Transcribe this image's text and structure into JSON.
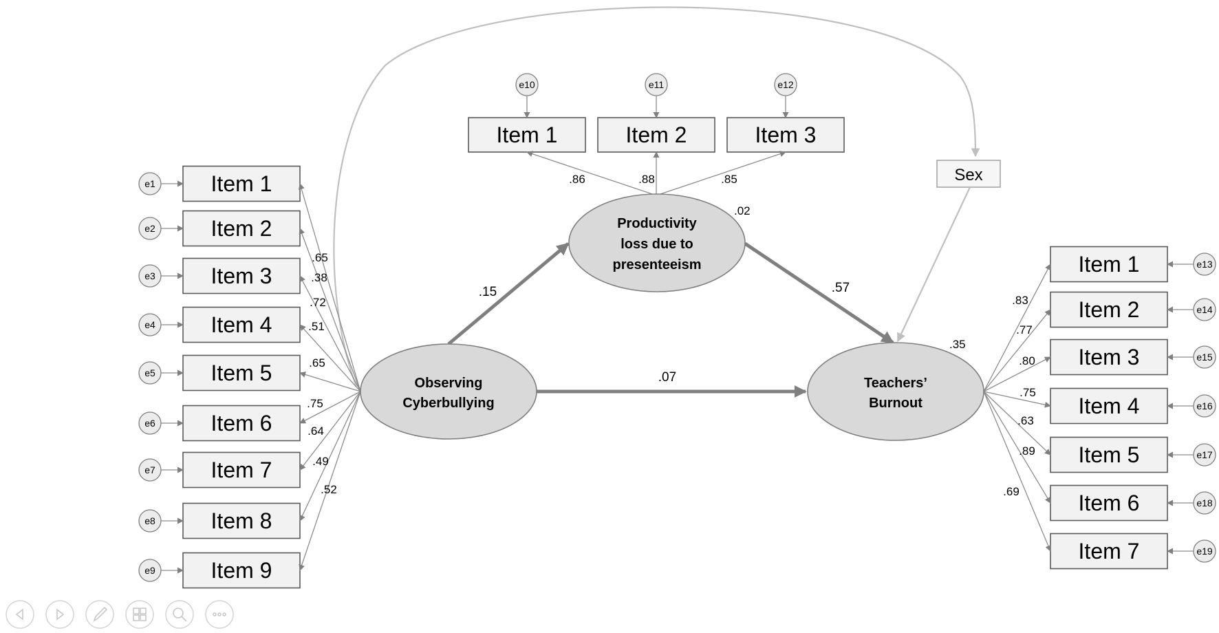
{
  "diagram": {
    "latents": {
      "observing": {
        "lines": [
          "Observing",
          "Cyberbullying"
        ]
      },
      "productivity": {
        "lines": [
          "Productivity",
          "loss due to",
          "presenteeism"
        ],
        "r2": ".02"
      },
      "burnout": {
        "lines": [
          "Teachers’",
          "Burnout"
        ],
        "r2": ".35"
      }
    },
    "sex": {
      "label": "Sex"
    },
    "paths": {
      "obs_to_prod": ".15",
      "prod_to_burn": ".57",
      "obs_to_burn": ".07"
    },
    "left_items": [
      {
        "label": "Item 1",
        "error": "e1",
        "loading": ".65"
      },
      {
        "label": "Item 2",
        "error": "e2",
        "loading": ".38"
      },
      {
        "label": "Item 3",
        "error": "e3",
        "loading": ".72"
      },
      {
        "label": "Item 4",
        "error": "e4",
        "loading": ".51"
      },
      {
        "label": "Item 5",
        "error": "e5",
        "loading": ".65"
      },
      {
        "label": "Item 6",
        "error": "e6",
        "loading": ".75"
      },
      {
        "label": "Item 7",
        "error": "e7",
        "loading": ".64"
      },
      {
        "label": "Item 8",
        "error": "e8",
        "loading": ".49"
      },
      {
        "label": "Item 9",
        "error": "e9",
        "loading": ".52"
      }
    ],
    "top_items": [
      {
        "label": "Item 1",
        "error": "e10",
        "loading": ".86"
      },
      {
        "label": "Item 2",
        "error": "e11",
        "loading": ".88"
      },
      {
        "label": "Item 3",
        "error": "e12",
        "loading": ".85"
      }
    ],
    "right_items": [
      {
        "label": "Item 1",
        "error": "e13",
        "loading": ".83"
      },
      {
        "label": "Item 2",
        "error": "e14",
        "loading": ".77"
      },
      {
        "label": "Item 3",
        "error": "e15",
        "loading": ".80"
      },
      {
        "label": "Item 4",
        "error": "e16",
        "loading": ".75"
      },
      {
        "label": "Item 5",
        "error": "e17",
        "loading": ".63"
      },
      {
        "label": "Item 6",
        "error": "e18",
        "loading": ".89"
      },
      {
        "label": "Item 7",
        "error": "e19",
        "loading": ".69"
      }
    ]
  },
  "toolbar": {
    "buttons": [
      {
        "icon": "previous-icon"
      },
      {
        "icon": "next-icon"
      },
      {
        "icon": "pen-icon"
      },
      {
        "icon": "slides-icon"
      },
      {
        "icon": "zoom-icon"
      },
      {
        "icon": "more-icon"
      }
    ]
  }
}
